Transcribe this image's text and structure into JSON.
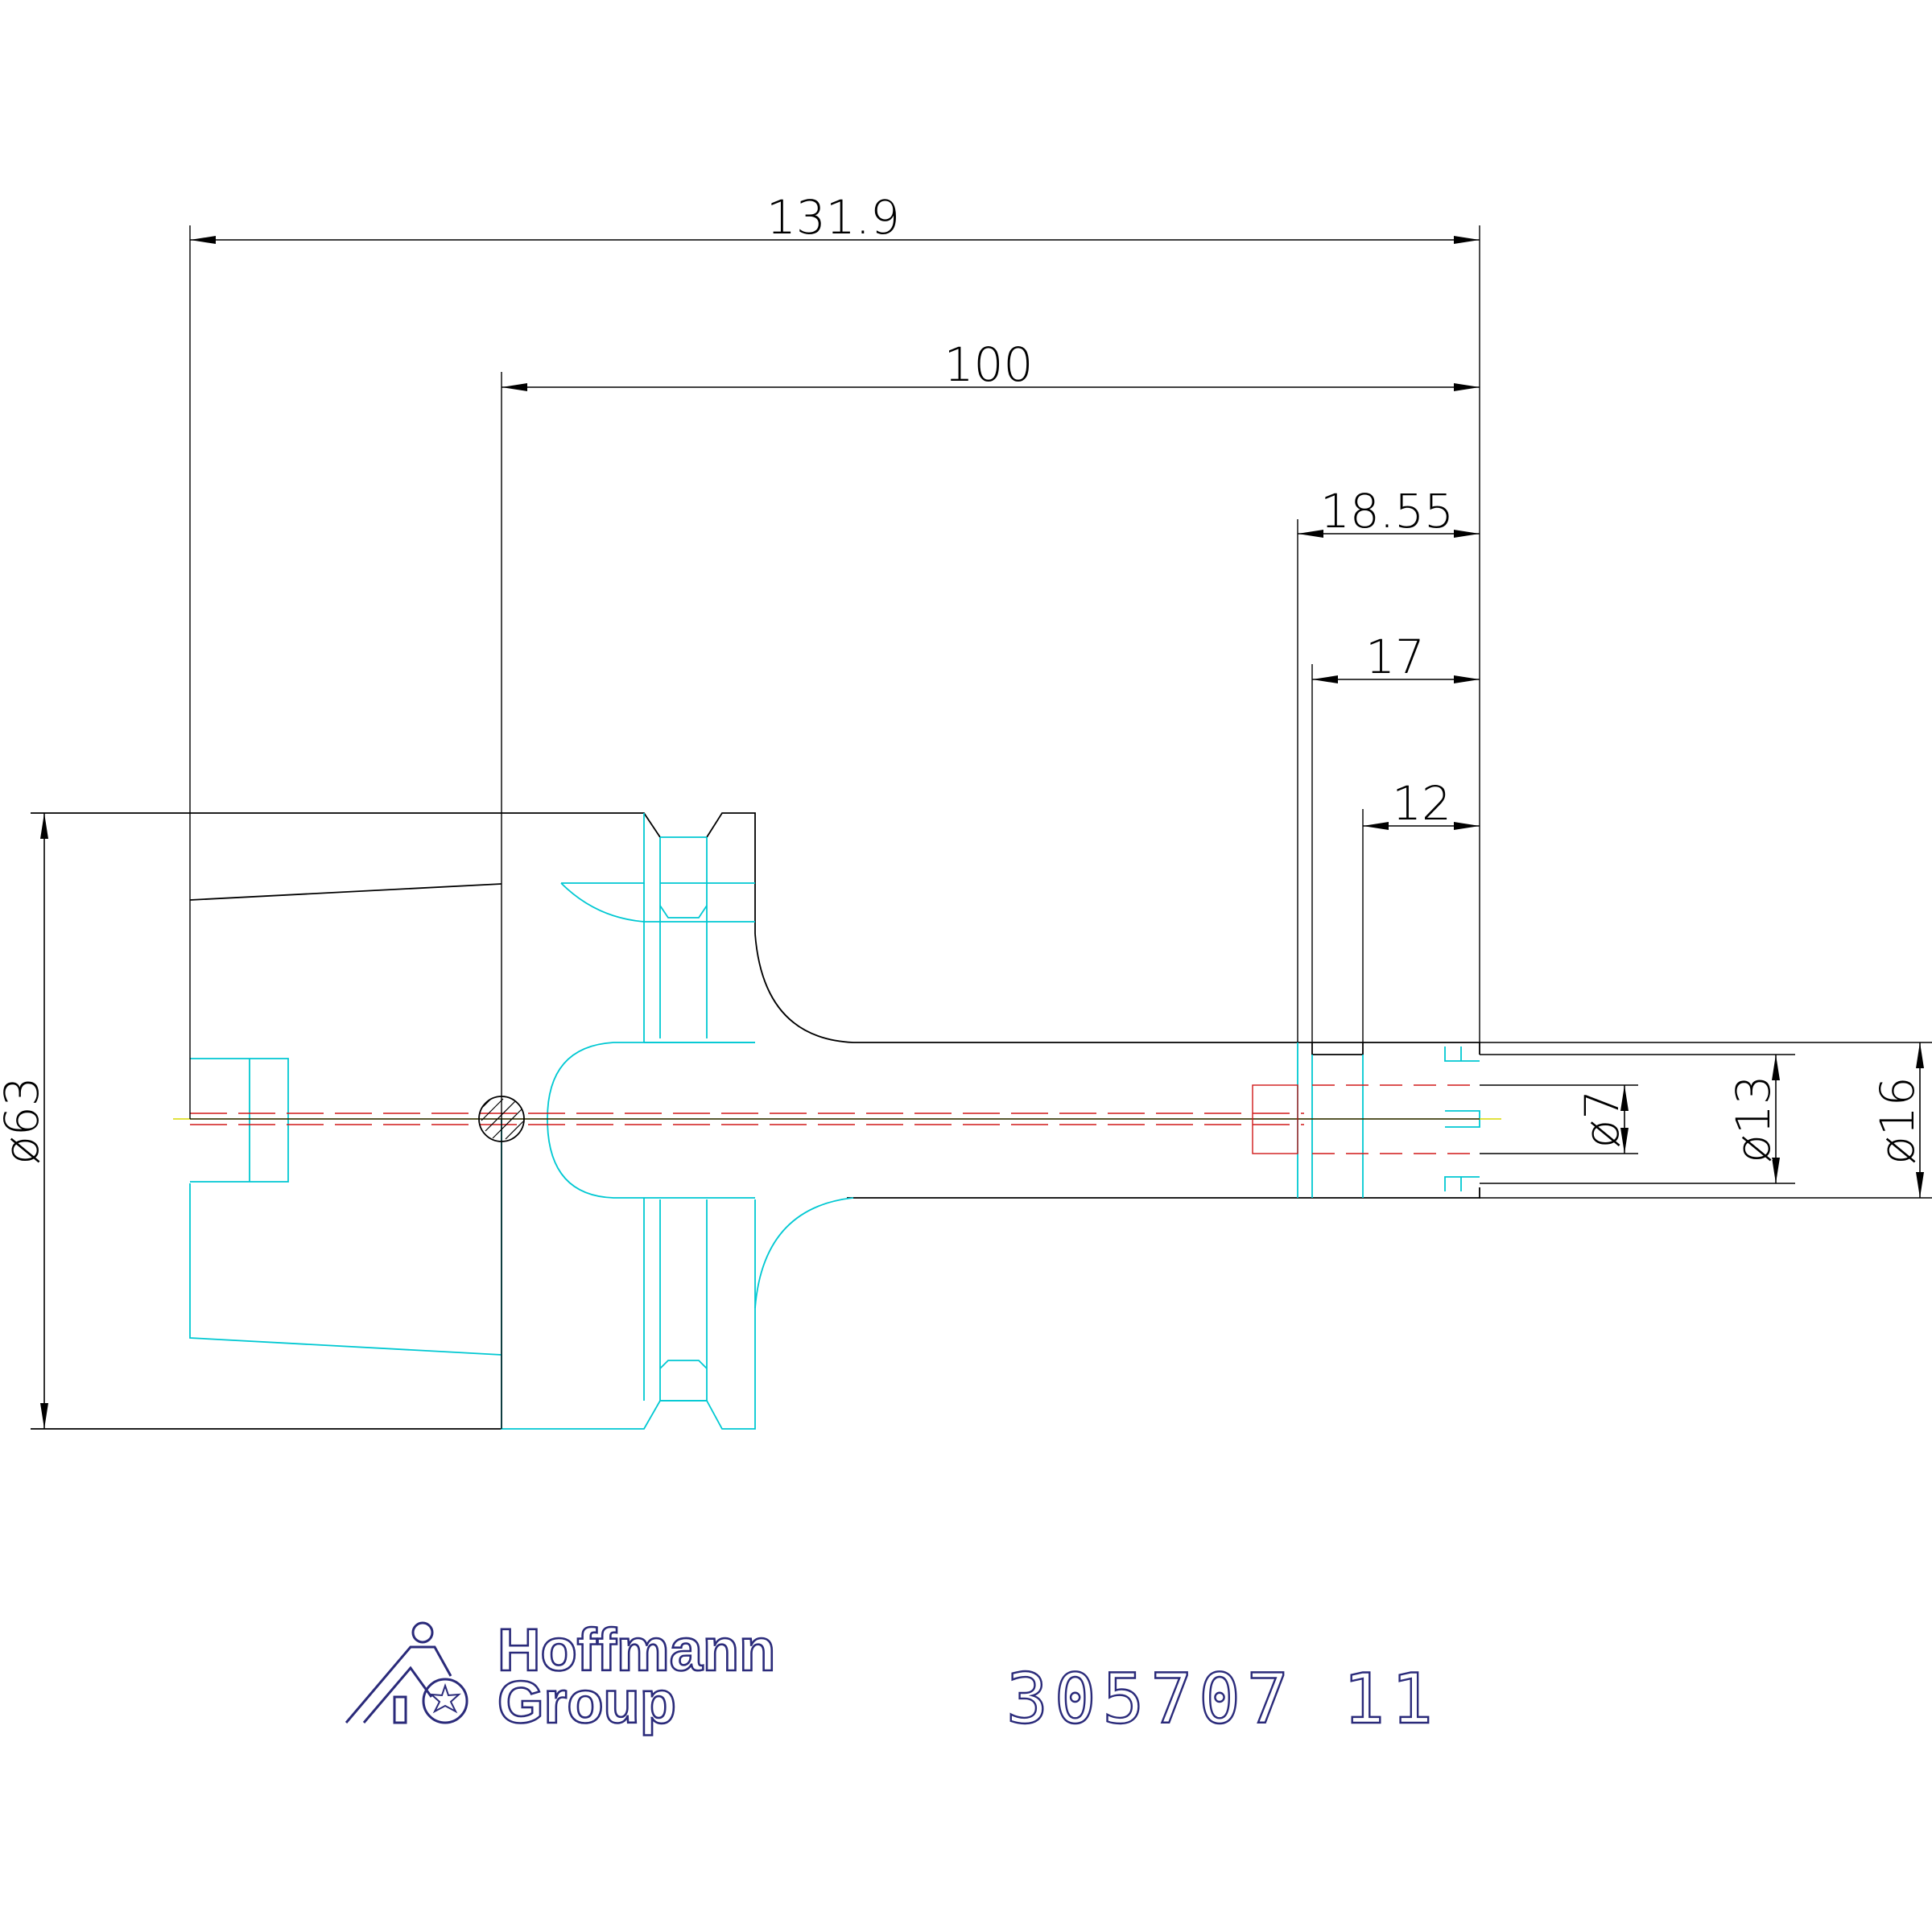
{
  "dimensions": {
    "overall_length": "131.9",
    "gauge_length": "100",
    "dim_18_55": "18.55",
    "dim_17": "17",
    "dim_12": "12",
    "dia_63": "ø63",
    "dia_7": "ø7",
    "dia_13": "ø13",
    "dia_16": "ø16"
  },
  "logo": {
    "line1": "Hoffmann",
    "line2": "Group"
  },
  "part_number": "305707 11",
  "colors": {
    "dimension": "#000000",
    "body_outline": "#00c8d2",
    "centerline": "#d01818",
    "logo": "#2a2a7a"
  }
}
